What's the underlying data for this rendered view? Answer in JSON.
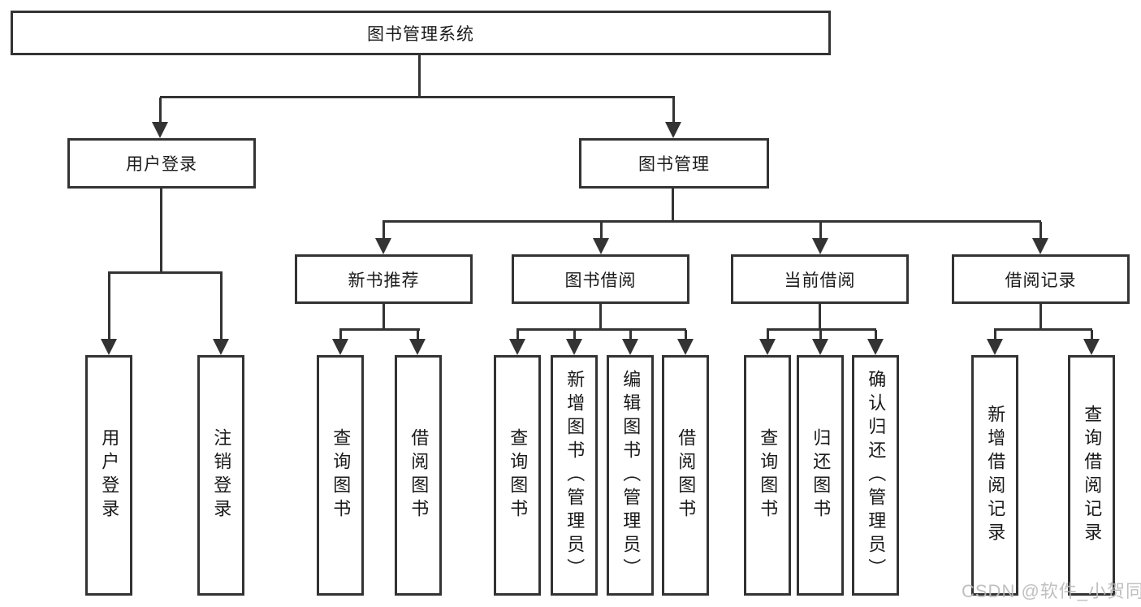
{
  "diagram": {
    "root": {
      "label": "图书管理系统"
    },
    "branches": [
      {
        "label": "用户登录",
        "children": [
          {
            "label": "用户登录"
          },
          {
            "label": "注销登录"
          }
        ]
      },
      {
        "label": "图书管理",
        "children": [
          {
            "label": "新书推荐",
            "children": [
              {
                "label": "查询图书"
              },
              {
                "label": "借阅图书"
              }
            ]
          },
          {
            "label": "图书借阅",
            "children": [
              {
                "label": "查询图书"
              },
              {
                "label": "新增图书（管理员）"
              },
              {
                "label": "编辑图书（管理员）"
              },
              {
                "label": "借阅图书"
              }
            ]
          },
          {
            "label": "当前借阅",
            "children": [
              {
                "label": "查询图书"
              },
              {
                "label": "归还图书"
              },
              {
                "label": "确认归还（管理员）"
              }
            ]
          },
          {
            "label": "借阅记录",
            "children": [
              {
                "label": "新增借阅记录"
              },
              {
                "label": "查询借阅记录"
              }
            ]
          }
        ]
      }
    ]
  },
  "watermark": {
    "text": "CSDN @软件_小贺同学"
  },
  "colors": {
    "line": "#333333",
    "text": "#1a1a1a",
    "background": "#ffffff",
    "watermark": "#b9b9b9"
  }
}
